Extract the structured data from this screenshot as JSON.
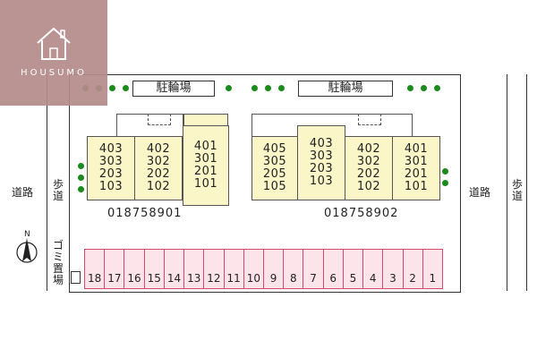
{
  "logo": {
    "text": "HOUSUMO",
    "icon": "house-icon"
  },
  "bicycle_parking": [
    "駐輪場",
    "駐輪場"
  ],
  "buildings": [
    {
      "id": "018758901",
      "columns": [
        [
          "403",
          "303",
          "203",
          "103"
        ],
        [
          "402",
          "302",
          "202",
          "102"
        ],
        [
          "401",
          "301",
          "201",
          "101"
        ]
      ]
    },
    {
      "id": "018758902",
      "columns": [
        [
          "405",
          "305",
          "205",
          "105"
        ],
        [
          "403",
          "303",
          "203",
          "103"
        ],
        [
          "402",
          "302",
          "202",
          "102"
        ],
        [
          "401",
          "301",
          "201",
          "101"
        ]
      ]
    }
  ],
  "roads": {
    "left": "道路",
    "right": "道路"
  },
  "sidewalks": {
    "left": "歩道",
    "right": "歩道"
  },
  "garbage": "ゴミ置場",
  "north": "N",
  "parking_slots": [
    "18",
    "17",
    "16",
    "15",
    "14",
    "13",
    "12",
    "11",
    "10",
    "9",
    "8",
    "7",
    "6",
    "5",
    "4",
    "3",
    "2",
    "1"
  ],
  "colors": {
    "unit_fill": "#fbf6c8",
    "parking_fill": "#fde3ea",
    "parking_border": "#d94a6a",
    "tree": "#1a8a1a",
    "logo_bg": "#b58a8a"
  }
}
